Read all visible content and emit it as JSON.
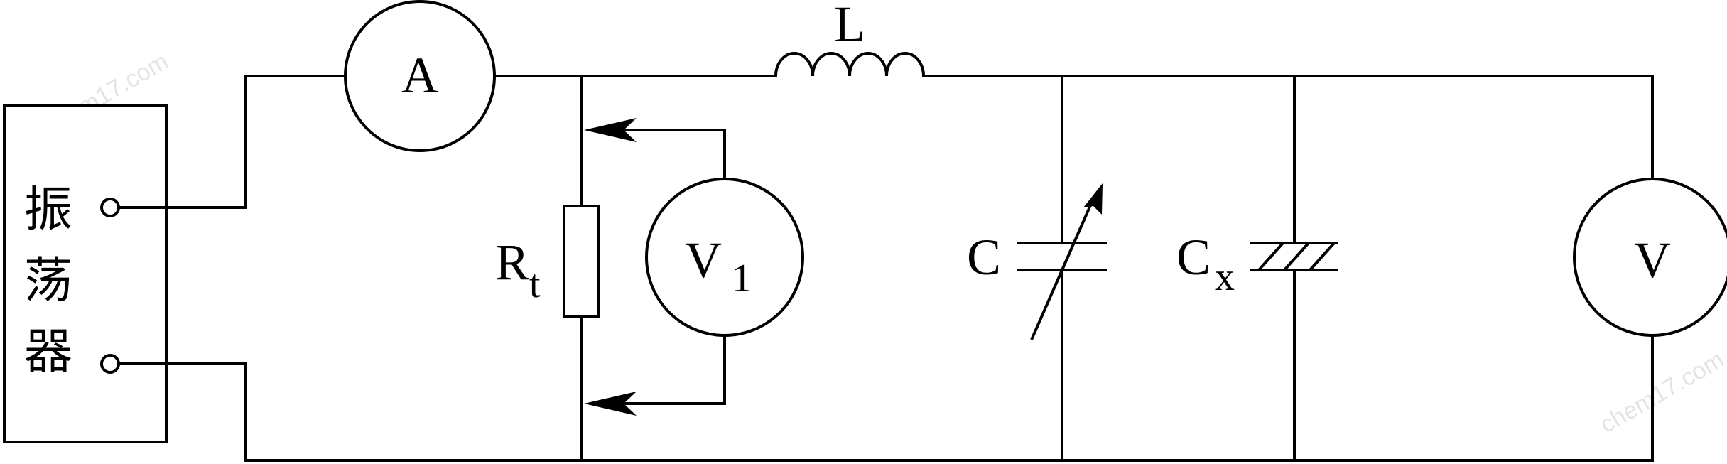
{
  "oscillator": {
    "label_line1": "振",
    "label_line2": "荡",
    "label_line3": "器"
  },
  "ammeter": {
    "label": "A"
  },
  "inductor": {
    "label": "L"
  },
  "resistor": {
    "label": "R",
    "subscript": "t"
  },
  "voltmeter1": {
    "label": "V",
    "subscript": "1"
  },
  "capacitor": {
    "label": "C"
  },
  "capacitor_x": {
    "label": "C",
    "subscript": "x"
  },
  "voltmeter": {
    "label": "V"
  },
  "watermark": {
    "text": "chem17.com"
  },
  "colors": {
    "ink": "#000000",
    "background": "#ffffff",
    "watermark": "#e4e4e4"
  }
}
